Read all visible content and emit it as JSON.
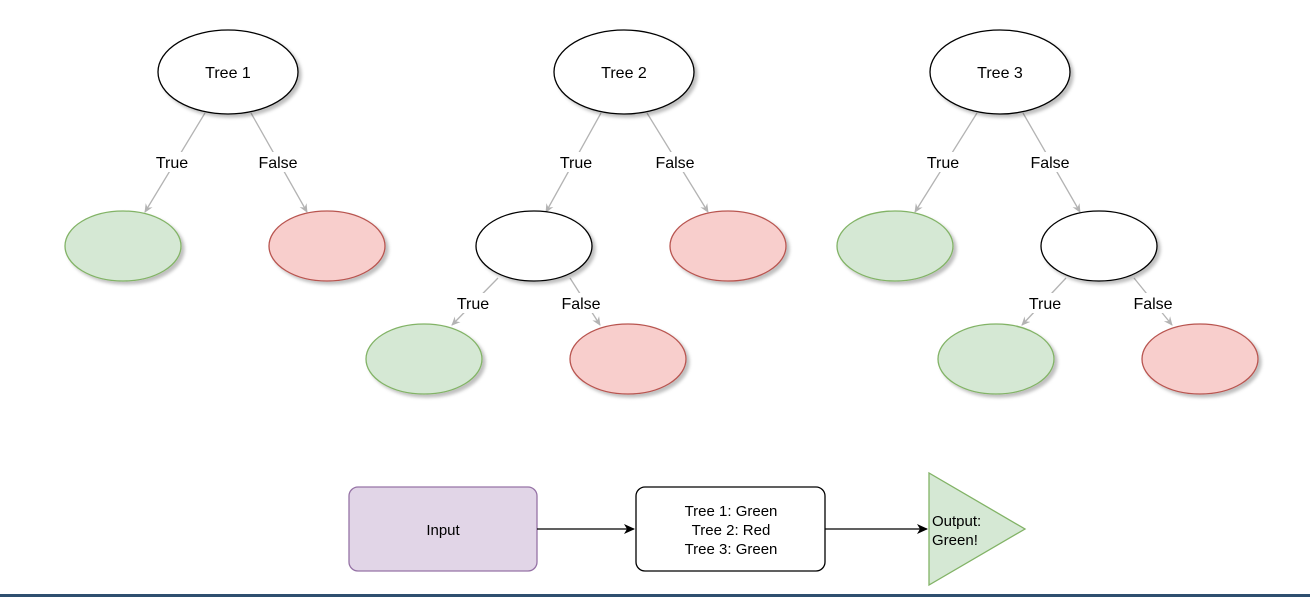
{
  "trees": [
    {
      "label": "Tree 1",
      "edges": {
        "true_label": "True",
        "false_label": "False"
      }
    },
    {
      "label": "Tree 2",
      "edges": {
        "true_label": "True",
        "false_label": "False"
      },
      "sub_edges": {
        "true_label": "True",
        "false_label": "False"
      }
    },
    {
      "label": "Tree 3",
      "edges": {
        "true_label": "True",
        "false_label": "False"
      },
      "sub_edges": {
        "true_label": "True",
        "false_label": "False"
      }
    }
  ],
  "flow": {
    "input_label": "Input",
    "results_lines": [
      "Tree 1: Green",
      "Tree 2: Red",
      "Tree 3: Green"
    ],
    "output_lines": [
      "Output:",
      "Green!"
    ]
  },
  "colors": {
    "green_fill": "#d5e8d4",
    "green_stroke": "#82b366",
    "red_fill": "#f8cecc",
    "red_stroke": "#b85450",
    "input_fill": "#e1d5e7",
    "input_stroke": "#9673a6",
    "edge_gray": "#b3b3b3"
  }
}
